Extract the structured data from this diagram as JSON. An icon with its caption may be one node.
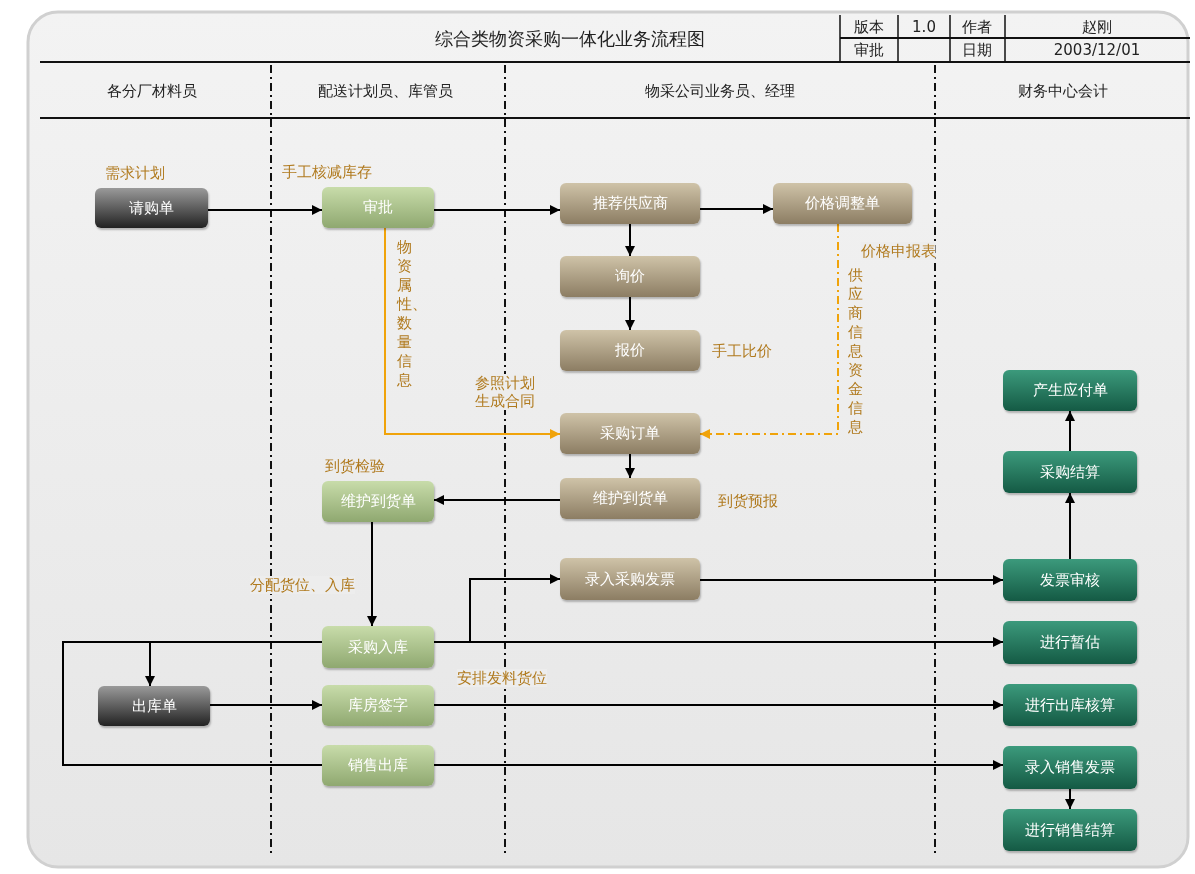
{
  "diagram": {
    "title": "综合类物资采购一体化业务流程图",
    "nodes": [
      {
        "text": [
          "请购单"
        ],
        "beside": [
          "需求计划"
        ]
      },
      {
        "text": [
          "审批"
        ],
        "beside": [
          "手工核减库存"
        ]
      },
      {
        "text": [
          "推荐供应商"
        ]
      },
      {
        "text": [
          "价格调整单"
        ]
      },
      {
        "text": [
          "询价"
        ]
      },
      {
        "text": [
          "报价"
        ],
        "beside": [
          "手工比价"
        ]
      },
      {
        "text": [
          "采购订单"
        ]
      },
      {
        "text": [
          "维护到货单"
        ],
        "beside": [
          "到货预报"
        ]
      },
      {
        "text": [
          "维护到货单"
        ],
        "beside": [
          "到货检验"
        ]
      },
      {
        "text": [
          "录入采购发票"
        ]
      },
      {
        "text": [
          "采购入库"
        ]
      },
      {
        "text": [
          "出库单"
        ]
      },
      {
        "text": [
          "库房签字"
        ]
      },
      {
        "text": [
          "销售出库"
        ]
      },
      {
        "text": [
          "产生应付单"
        ]
      },
      {
        "text": [
          "采购结算"
        ]
      },
      {
        "text": [
          "发票审核"
        ]
      },
      {
        "text": [
          "进行暂估"
        ]
      },
      {
        "text": [
          "进行出库核算"
        ]
      },
      {
        "text": [
          "录入销售发票"
        ]
      },
      {
        "text": [
          "进行销售结算"
        ]
      }
    ],
    "edges": [
      {
        "from": 0,
        "to": 1,
        "arrow": "to"
      },
      {
        "from": 1,
        "to": 2,
        "arrow": "to"
      },
      {
        "from": 2,
        "to": 3,
        "arrow": "to"
      },
      {
        "from": 2,
        "to": 4,
        "arrow": "to"
      },
      {
        "from": 4,
        "to": 5,
        "arrow": "to"
      },
      {
        "from": 1,
        "to": 6,
        "arrow": "to",
        "label": "物资属性、数量信息",
        "color": "#f0a30a"
      },
      {
        "from": 3,
        "to": 6,
        "arrow": "to",
        "label": "供应商信息资金信息",
        "style": "dashed",
        "color": "#f0a30a"
      },
      {
        "from": 6,
        "to": 7,
        "arrow": "to"
      },
      {
        "from": 7,
        "to": 8,
        "arrow": "to"
      },
      {
        "from": 8,
        "to": 10,
        "arrow": "to",
        "label": "分配货位、入库"
      },
      {
        "from": 10,
        "to": 9,
        "arrow": "to"
      },
      {
        "from": 10,
        "to": 17,
        "arrow": "to"
      },
      {
        "from": 10,
        "to": 11,
        "arrow": "to"
      },
      {
        "from": 10,
        "to": 13,
        "arrow": "none"
      },
      {
        "from": 13,
        "to": 19,
        "arrow": "to"
      },
      {
        "from": 11,
        "to": 12,
        "arrow": "to"
      },
      {
        "from": 12,
        "to": 18,
        "arrow": "to",
        "label": "安排发料货位"
      },
      {
        "from": 9,
        "to": 16,
        "arrow": "to"
      },
      {
        "from": 16,
        "to": 15,
        "arrow": "to"
      },
      {
        "from": 15,
        "to": 14,
        "arrow": "to"
      },
      {
        "from": 19,
        "to": 20,
        "arrow": "to"
      }
    ],
    "labels": [
      "版本",
      "1.0",
      "作者",
      "赵刚",
      "审批",
      "日期",
      "2003/12/01",
      "各分厂材料员",
      "配送计划员、库管员",
      "物采公司业务员、经理",
      "财务中心会计",
      "参照计划生成合同",
      "价格申报表"
    ]
  }
}
